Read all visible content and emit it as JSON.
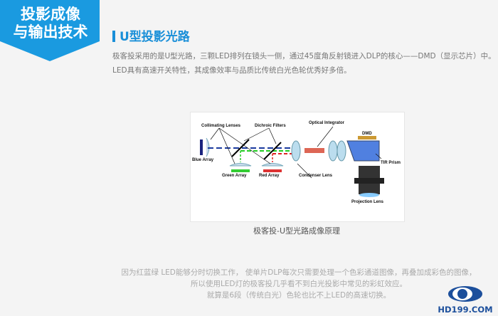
{
  "banner": {
    "line1": "投影成像",
    "line2": "与输出技术"
  },
  "section": {
    "title": "U型投影光路"
  },
  "intro": {
    "line1": "极客投采用的是U型光路，三颗LED排列在镜头一侧，通过45度角反射镜进入DLP的核心——DMD（显示芯片）中。",
    "line2": "LED具有高速开关特性，其成像效率与品质比传统白光色轮优秀好多倍。"
  },
  "diagram": {
    "labels": {
      "collimating": "Collimating Lenses",
      "dichroic": "Dichroic Filters",
      "integrator": "Optical Integrator",
      "dmd": "DMD",
      "blue": "Blue Array",
      "green": "Green Array",
      "red": "Red Array",
      "condenser": "Condenser Lens",
      "tir": "TIR Prism",
      "projection": "Projection Lens"
    },
    "caption": "极客投-U型光路成像原理"
  },
  "bottom": {
    "line1": "因为红蓝绿 LED能够分时切换工作， 使单片DLP每次只需要处理一个色彩通道图像，再叠加成彩色的图像，",
    "line2": "所以使用LED灯的极客投几乎看不到白光投影中常见的彩虹效应。",
    "line3": "就算是6段（传统白光）色轮也比不上LED的高速切换。"
  },
  "logo": {
    "text": "HD199.COM"
  },
  "colors": {
    "accent": "#1a8fd8",
    "logo": "#1c4f9c"
  }
}
